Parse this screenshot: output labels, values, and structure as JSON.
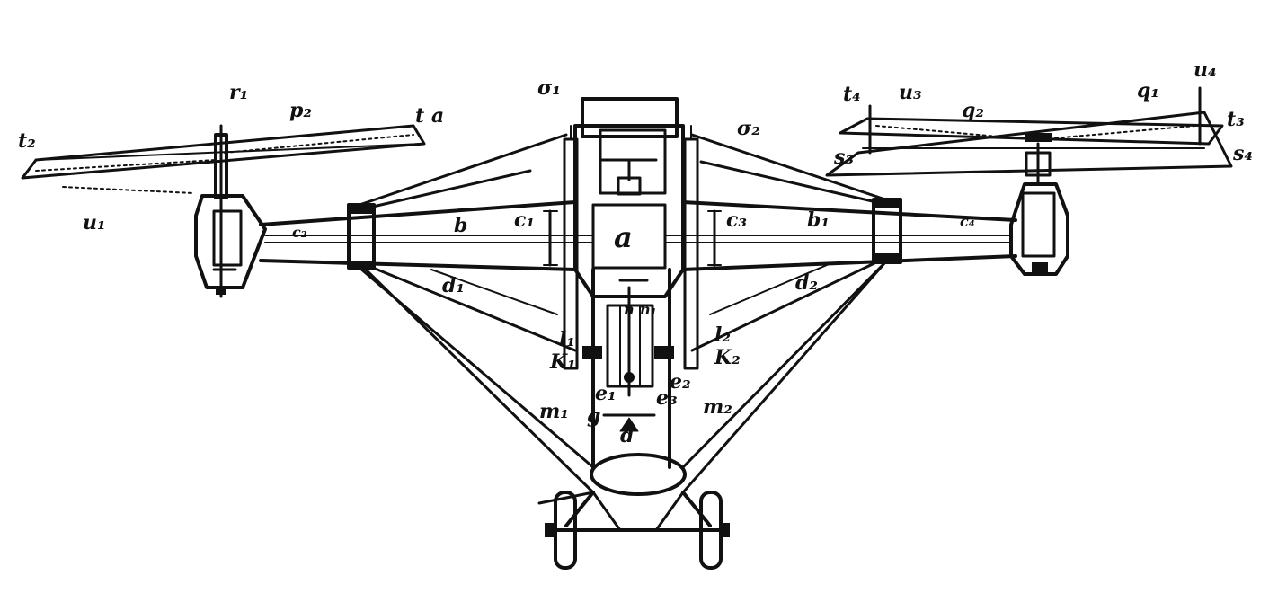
{
  "labels": {
    "t2": "t₂",
    "r1": "r₁",
    "p2": "p₂",
    "ta": "t a",
    "u1": "u₁",
    "sigma1": "σ₁",
    "sigma2": "σ₂",
    "t4": "t₄",
    "u3": "u₃",
    "q2": "q₂",
    "q1": "q₁",
    "u4": "u₄",
    "t3": "t₃",
    "s3": "s₃",
    "s4": "s₄",
    "c2": "c₂",
    "b": "b",
    "c1": "c₁",
    "a": "a",
    "c3": "c₃",
    "b1": "b₁",
    "c4": "c₄",
    "d1": "d₁",
    "d2": "d₂",
    "l1": "l₁",
    "k1": "K₁",
    "l2": "l₂",
    "k2": "K₂",
    "e1": "e₁",
    "e3": "e₃",
    "e2": "e₂",
    "m1": "m₁",
    "g": "g",
    "m2": "m₂",
    "d": "d",
    "n": "n",
    "n1": "n₁"
  },
  "colors": {
    "ink": "#111111",
    "paper": "#ffffff"
  }
}
